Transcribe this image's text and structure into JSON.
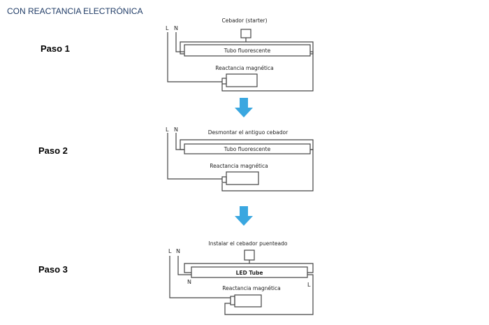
{
  "header": {
    "title": "CON REACTANCIA ELECTRÓNICA"
  },
  "steps": [
    {
      "label": "Paso 1",
      "caption": "Cebador (starter)",
      "tube": "Tubo fluorescente",
      "ballast": "Reactancia magnética",
      "L": "L",
      "N": "N"
    },
    {
      "label": "Paso 2",
      "caption": "Desmontar el antiguo cebador",
      "tube": "Tubo fluorescente",
      "ballast": "Reactancia magnética",
      "L": "L",
      "N": "N"
    },
    {
      "label": "Paso 3",
      "caption": "Instalar el cebador puenteado",
      "tube": "LED Tube",
      "ballast": "Reactancia magnética",
      "L": "L",
      "N": "N",
      "tube_end_left": "N",
      "tube_end_right": "L"
    }
  ],
  "colors": {
    "arrow": "#3aa7e0",
    "header": "#1f3b66"
  }
}
